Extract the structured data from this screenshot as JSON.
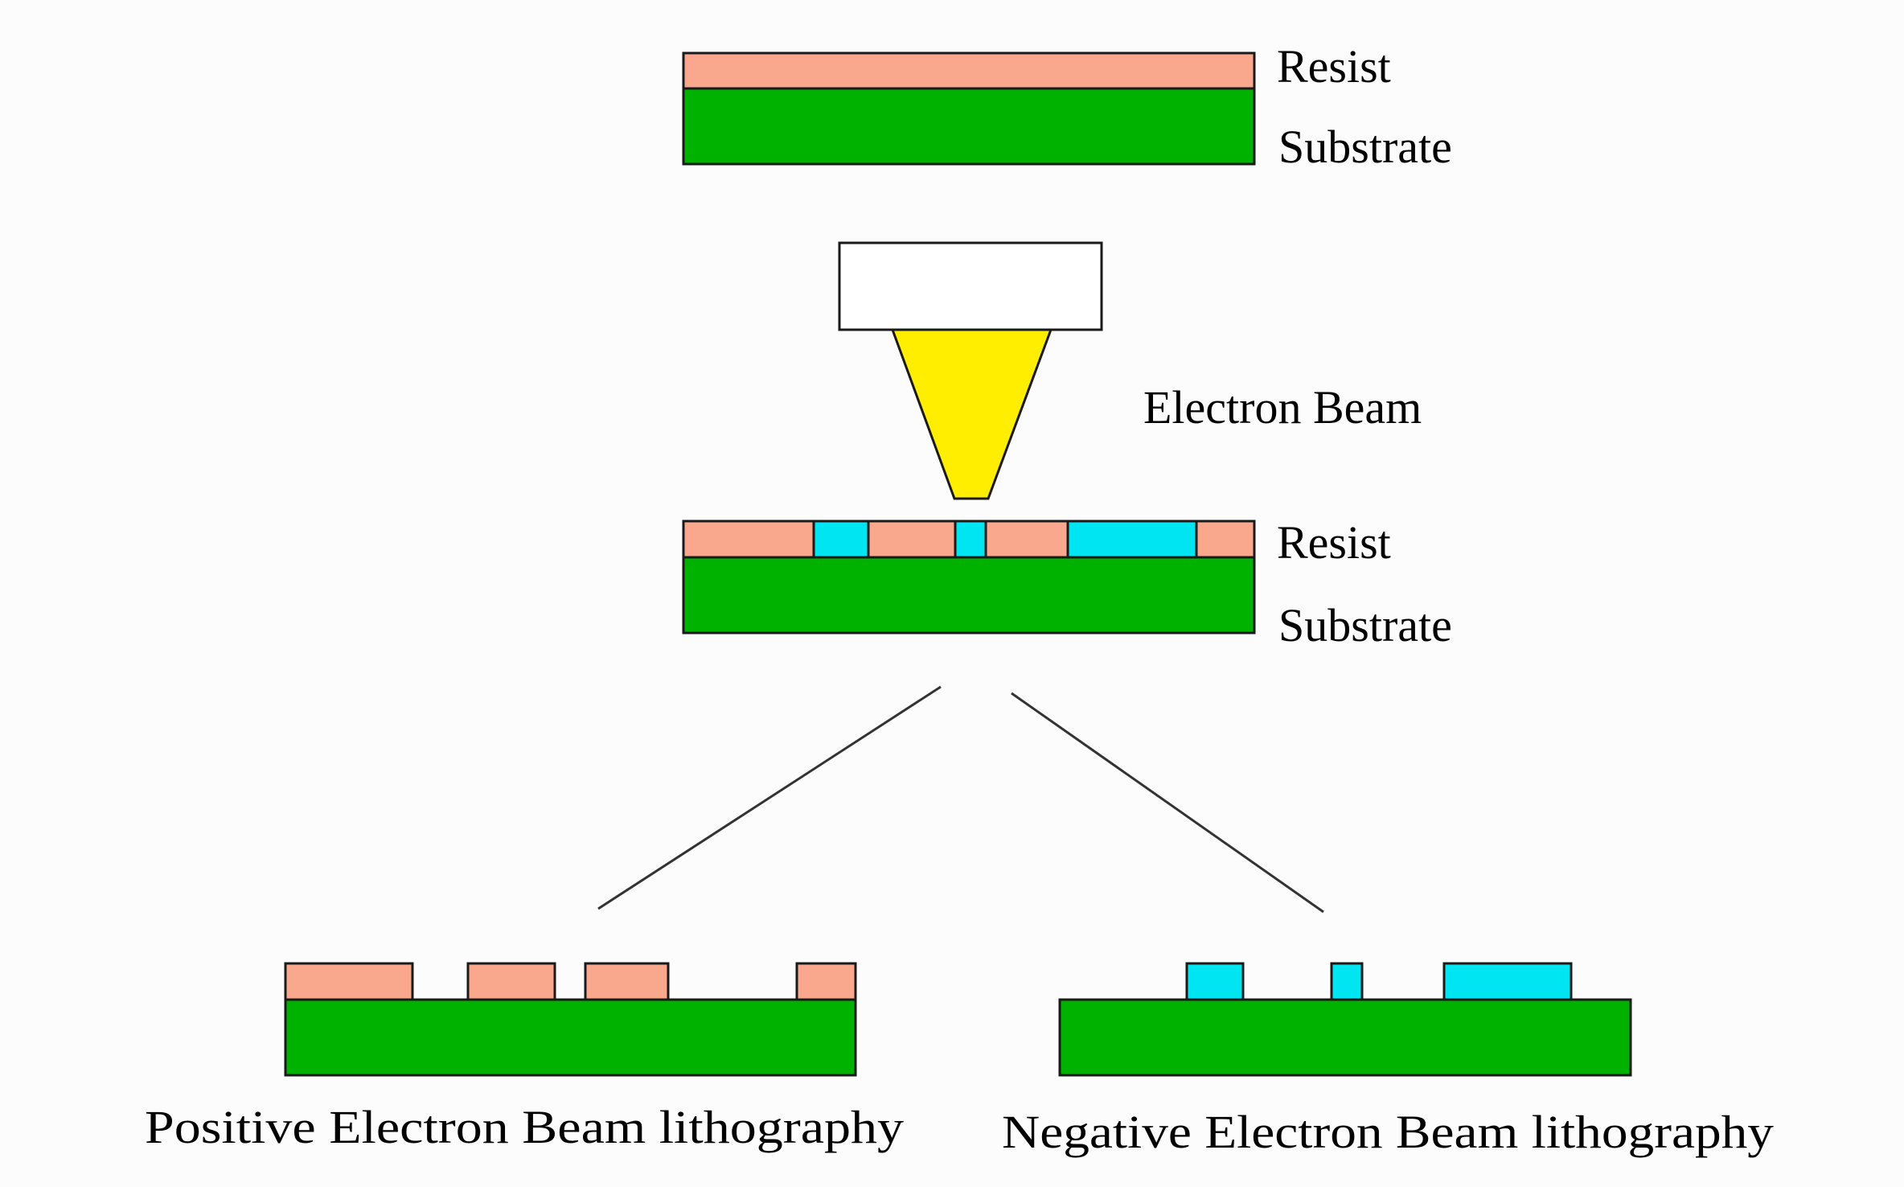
{
  "labels": {
    "resist_top": "Resist",
    "substrate_top": "Substrate",
    "electron_beam": "Electron Beam",
    "resist_mid": "Resist",
    "substrate_mid": "Substrate",
    "positive_caption": "Positive Electron Beam lithography",
    "negative_caption": "Negative Electron Beam lithography"
  },
  "colors": {
    "resist": "#f9a88e",
    "substrate": "#00b200",
    "exposed": "#00e5f2",
    "beam": "#ffee00",
    "source": "#ffffff",
    "line": "#333333"
  }
}
